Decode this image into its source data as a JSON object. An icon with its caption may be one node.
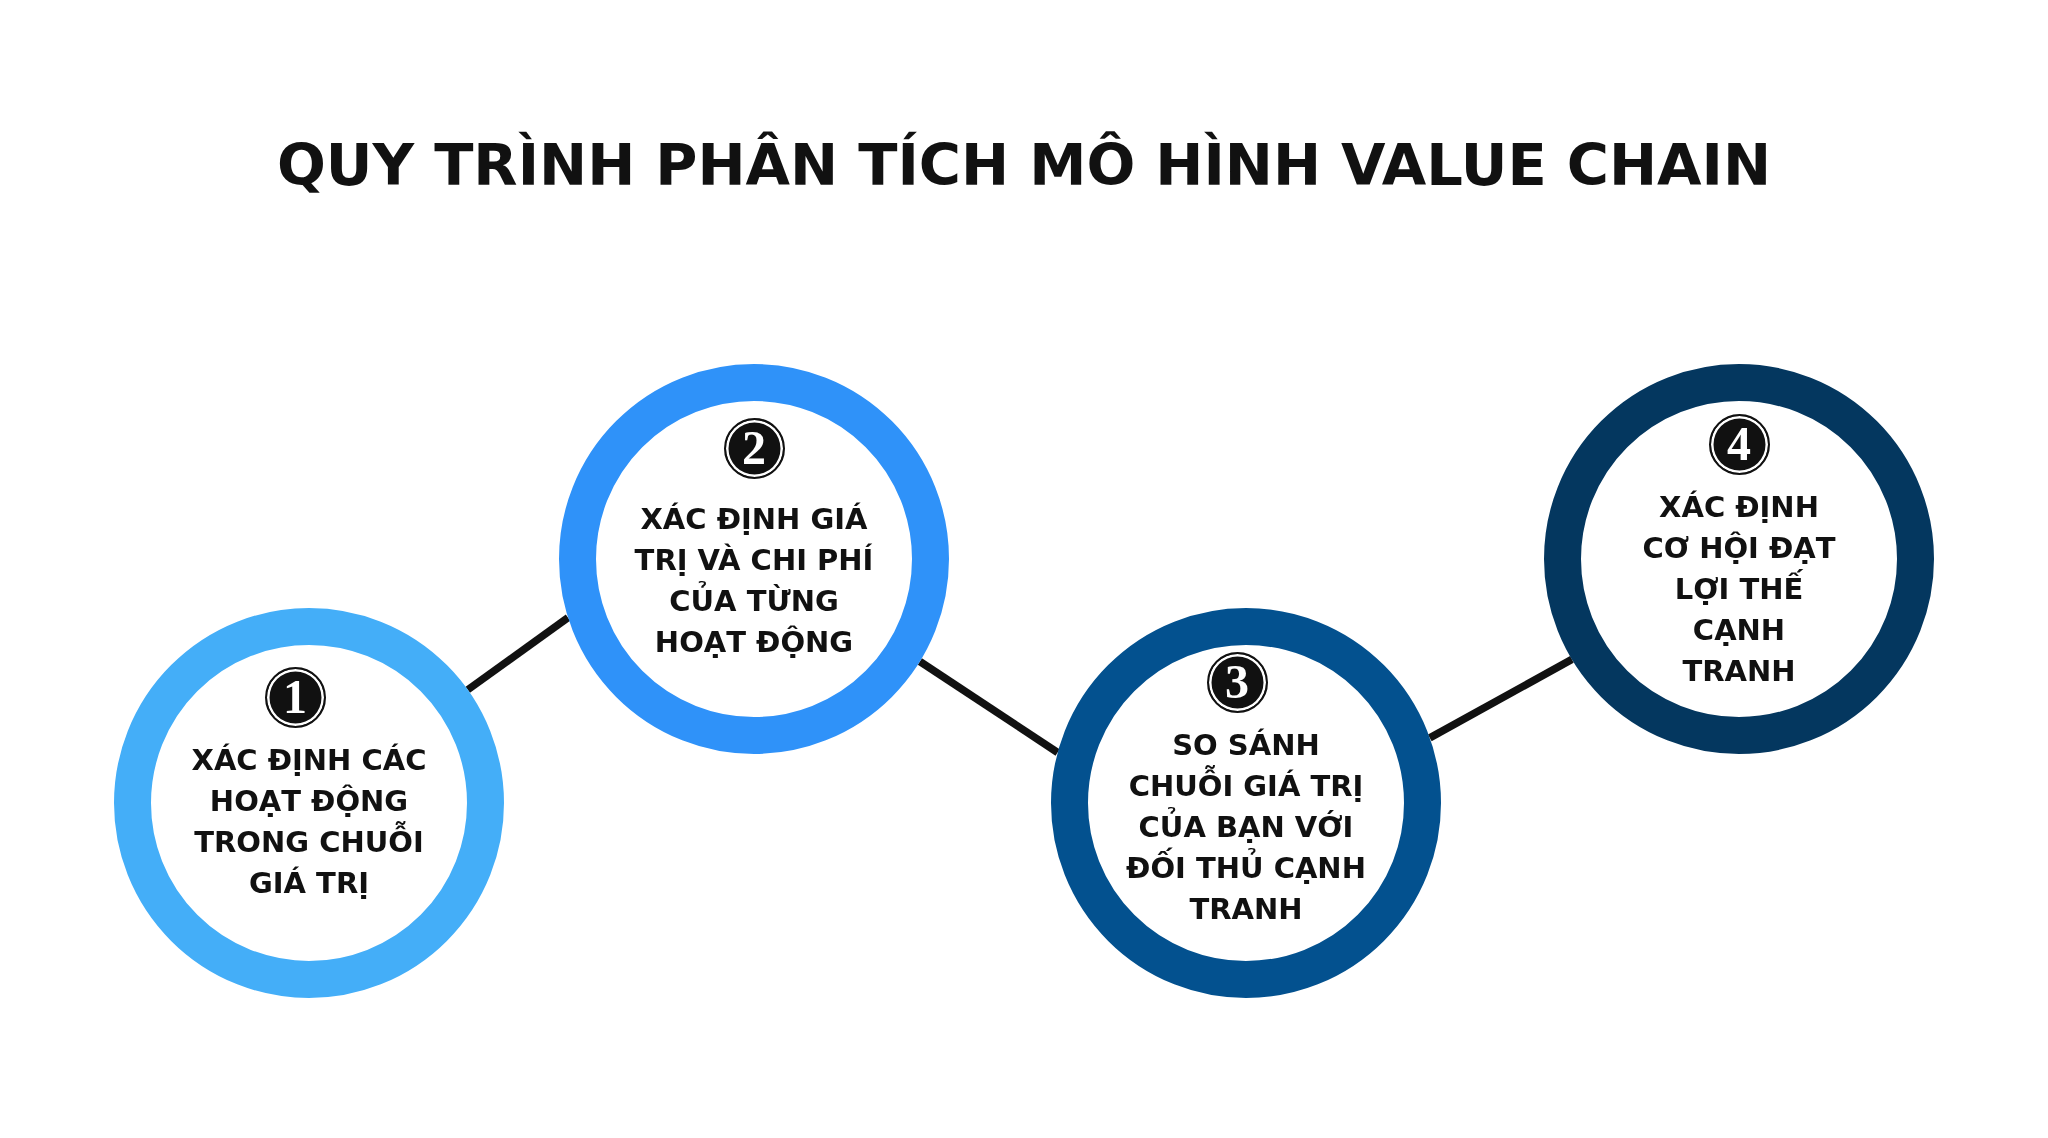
{
  "diagram": {
    "title": "QUY TRÌNH PHÂN TÍCH MÔ HÌNH VALUE CHAIN",
    "nodes": [
      {
        "text": [
          "1",
          "XÁC ĐỊNH CÁC HOẠT ĐỘNG TRONG CHUỖI GIÁ TRỊ"
        ]
      },
      {
        "text": [
          "2",
          "XÁC ĐỊNH GIÁ TRỊ VÀ CHI PHÍ CỦA TỪNG HOẠT ĐỘNG"
        ]
      },
      {
        "text": [
          "3",
          "SO SÁNH CHUỖI GIÁ TRỊ CỦA BẠN VỚI ĐỐI THỦ CẠNH TRANH"
        ]
      },
      {
        "text": [
          "4",
          "XÁC ĐỊNH CƠ HỘI ĐẠT LỢI THẾ CẠNH TRANH"
        ]
      }
    ],
    "edges": [
      {
        "from": 0,
        "to": 1,
        "arrow": "none"
      },
      {
        "from": 1,
        "to": 2,
        "arrow": "none"
      },
      {
        "from": 2,
        "to": 3,
        "arrow": "none"
      }
    ]
  }
}
